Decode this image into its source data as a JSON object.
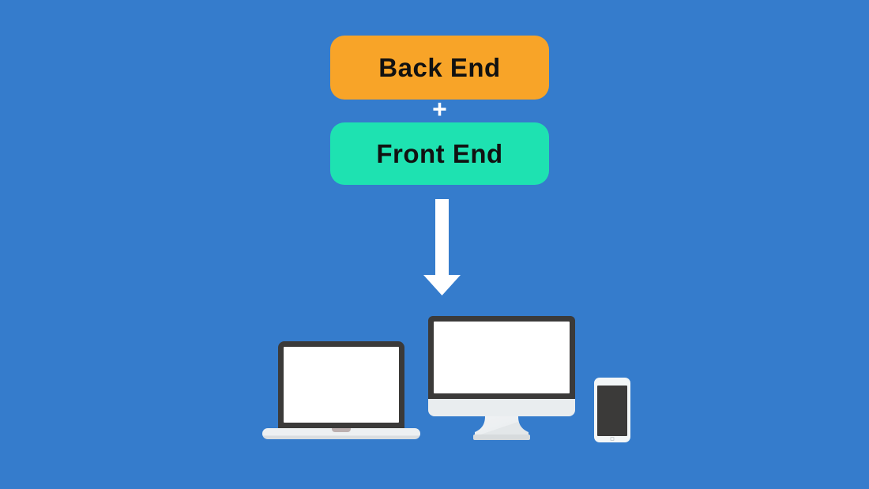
{
  "diagram": {
    "background_color": "#357CCC",
    "nodes": [
      {
        "label": "Back End",
        "color": "#F8A428"
      },
      {
        "label": "Front End",
        "color": "#1EE2B1"
      }
    ],
    "operator": "+",
    "arrow": {
      "direction": "down",
      "color": "#FFFFFF"
    },
    "devices": [
      {
        "icon": "laptop-icon"
      },
      {
        "icon": "desktop-monitor-icon"
      },
      {
        "icon": "smartphone-icon"
      }
    ],
    "device_colors": {
      "frame_dark": "#3B3A39",
      "screen_white": "#FFFFFF",
      "body_light_gray": "#E9EDEF",
      "base_shadow_gray": "#D7DBDD",
      "notch_gray": "#BCB0B0"
    }
  }
}
